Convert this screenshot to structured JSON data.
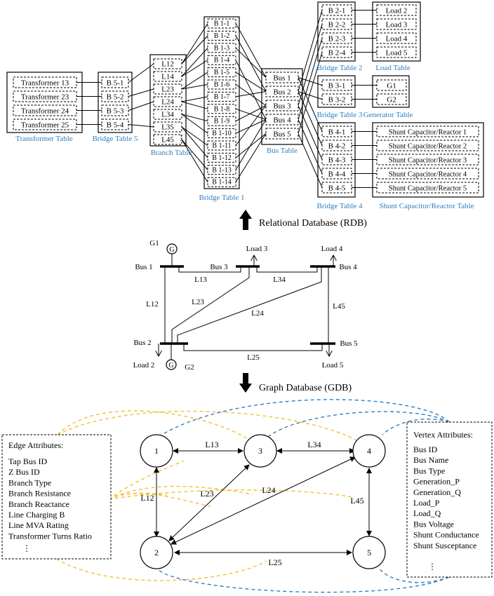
{
  "rdb": {
    "transformer_table": {
      "items": [
        "Transformer 13",
        "Transformer 23",
        "Transformer 24",
        "Transformer 25"
      ],
      "caption": "Transformer Table"
    },
    "bridge_table_5": {
      "items": [
        "B 5-1",
        "B 5-2",
        "B 5-3",
        "B 5-4"
      ],
      "caption": "Bridge Table 5"
    },
    "branch_table": {
      "items": [
        "L12",
        "L14",
        "L23",
        "L24",
        "L34",
        "L35",
        "L45"
      ],
      "caption": "Branch Table",
      "ellipsis": "⋮"
    },
    "bridge_table_1": {
      "items": [
        "B 1-1",
        "B 1-2",
        "B 1-3",
        "B 1-4",
        "B 1-5",
        "B 1-6",
        "B 1-7",
        "B 1-8",
        "B 1-9",
        "B 1-10",
        "B 1-11",
        "B 1-12",
        "B 1-13",
        "B 1-14"
      ],
      "caption": "Bridge Table  1"
    },
    "bus_table": {
      "items": [
        "Bus 1",
        "Bus 2",
        "Bus 3",
        "Bus 4",
        "Bus 5"
      ],
      "caption": "Bus Table"
    },
    "bridge_table_2": {
      "items": [
        "B 2-1",
        "B 2-2",
        "B 2-3",
        "B 2-4"
      ],
      "caption": "Bridge Table 2"
    },
    "load_table": {
      "items": [
        "Load 2",
        "Load 3",
        "Load 4",
        "Load 5"
      ],
      "caption": "Load Table"
    },
    "bridge_table_3": {
      "items": [
        "B 3-1",
        "B 3-2"
      ],
      "caption": "Bridge Table 3"
    },
    "generator_table": {
      "items": [
        "G1",
        "G2"
      ],
      "caption": "Generator Table"
    },
    "bridge_table_4": {
      "items": [
        "B 4-1",
        "B 4-2",
        "B 4-3",
        "B 4-4",
        "B 4-5"
      ],
      "caption": "Bridge Table 4"
    },
    "shunt_table": {
      "items": [
        "Shunt Capacitor/Reactor 1",
        "Shunt Capacitor/Reactor 2",
        "Shunt Capacitor/Reactor 3",
        "Shunt Capacitor/Reactor 4",
        "Shunt Capacitor/Reactor 5"
      ],
      "caption": "Shunt Capacitor/Reactor Table"
    }
  },
  "labels": {
    "rdb_title": "Relational Database (RDB)",
    "gdb_title": "Graph Database (GDB)"
  },
  "circuit": {
    "g1": "G1",
    "g2": "G2",
    "gen_symbol": "G",
    "bus1": "Bus 1",
    "bus2": "Bus 2",
    "bus3": "Bus 3",
    "bus4": "Bus 4",
    "bus5": "Bus 5",
    "load2": "Load 2",
    "load3": "Load 3",
    "load4": "Load 4",
    "load5": "Load 5",
    "l12": "L12",
    "l13": "L13",
    "l23": "L23",
    "l24": "L24",
    "l25": "L25",
    "l34": "L34",
    "l45": "L45"
  },
  "graph": {
    "nodes": [
      "1",
      "2",
      "3",
      "4",
      "5"
    ],
    "edges": {
      "l13": "L13",
      "l34": "L34",
      "l12": "L12",
      "l23": "L23",
      "l24": "L24",
      "l45": "L45",
      "l25": "L25"
    },
    "edge_attributes": {
      "title": "Edge Attributes:",
      "items": [
        "Tap Bus ID",
        "Z  Bus ID",
        "Branch Type",
        "Branch Resistance",
        "Branch Reactance",
        "Line Charging B",
        "Line MVA Rating",
        "Transformer Turns Ratio"
      ],
      "ellipsis": "⋮"
    },
    "vertex_attributes": {
      "title": "Vertex Attributes:",
      "items": [
        "Bus ID",
        "Bus Name",
        "Bus Type",
        "Generation_P",
        "Generation_Q",
        "Load_P",
        "Load_Q",
        "Bus Voltage",
        "Shunt Conductance",
        "Shunt Susceptance"
      ],
      "ellipsis": "⋮"
    }
  },
  "colors": {
    "caption_blue": "#2f7fc1",
    "edge_attr_link": "#f2c037",
    "vertex_attr_link": "#2f7fc1"
  }
}
